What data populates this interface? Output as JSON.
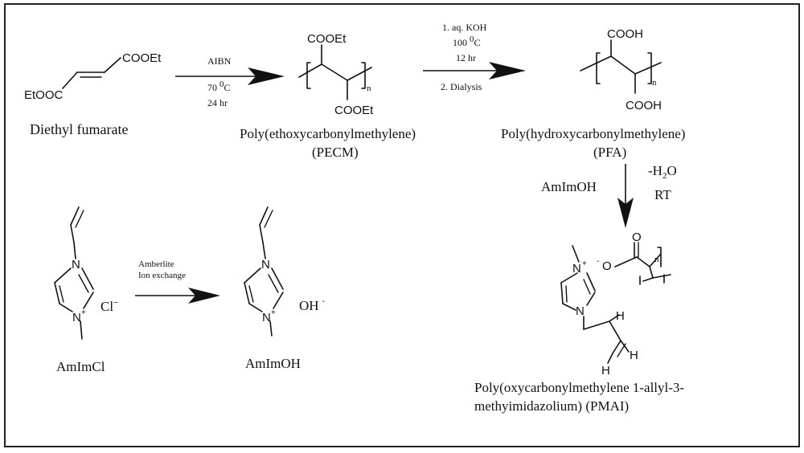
{
  "compounds": {
    "diethyl_fumarate": {
      "ester_top": "COOEt",
      "ester_bottom": "EtOOC",
      "name": "Diethyl fumarate"
    },
    "pecm": {
      "ester_top": "COOEt",
      "ester_bottom": "COOEt",
      "repeat": "n",
      "name": "Poly(ethoxycarbonylmethylene)",
      "abbr": "(PECM)"
    },
    "pfa": {
      "acid_top": "COOH",
      "acid_bottom": "COOH",
      "repeat": "n",
      "name": "Poly(hydroxycarbonylmethylene)",
      "abbr": "(PFA)"
    },
    "amimcl": {
      "n1": "N",
      "n3": "N",
      "n_plus": "+",
      "anion": "Cl",
      "anion_charge": "−",
      "name": "AmImCl"
    },
    "amimoh": {
      "n1": "N",
      "n3": "N",
      "n_plus": "+",
      "anion": "OH",
      "anion_charge": "-",
      "name": "AmImOH"
    },
    "pmai": {
      "n_top": "N",
      "n_bottom": "N",
      "n_plus": "+",
      "o_carbonyl": "O",
      "o_anion": "O",
      "o_charge": "-",
      "repeat": "n",
      "h_top": "H",
      "h_mid": "H",
      "h_bottom": "H",
      "name_line1": "Poly(oxycarbonylmethylene 1-allyl-3-",
      "name_line2": "methyimidazolium) (PMAI)"
    }
  },
  "arrows": {
    "step1": {
      "above": "AIBN",
      "below1": "70 ",
      "below1_sup": "0",
      "below1_tail": "C",
      "below2": "24 hr"
    },
    "step2": {
      "above1": "1. aq. KOH",
      "above2": "100 ",
      "above2_sup": "0",
      "above2_tail": "C",
      "above3": "12 hr",
      "below": "2. Dialysis"
    },
    "step3": {
      "left": "AmImOH",
      "right1_pre": "-H",
      "right1_sub": "2",
      "right1_post": "O",
      "right2": "RT"
    },
    "step4": {
      "above1": "Amberlite",
      "above2": "Ion exchange"
    }
  }
}
